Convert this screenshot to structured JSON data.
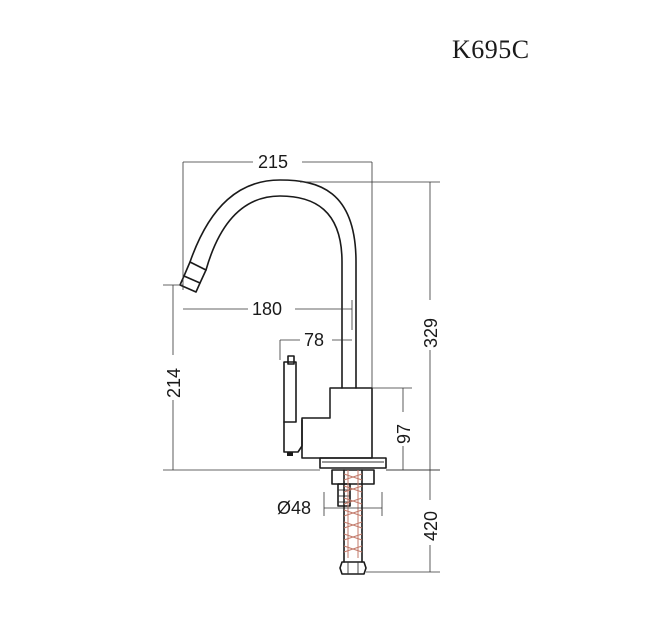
{
  "drawing": {
    "model_code": "K695C",
    "dimensions": {
      "overall_reach": "215",
      "spout_reach": "180",
      "handle_offset": "78",
      "spout_height": "214",
      "total_height": "329",
      "body_height": "97",
      "base_diameter": "Ø48",
      "hose_length": "420"
    },
    "colors": {
      "line": "#1a1a1a",
      "hose": "#c27a6a",
      "background": "#ffffff"
    }
  }
}
